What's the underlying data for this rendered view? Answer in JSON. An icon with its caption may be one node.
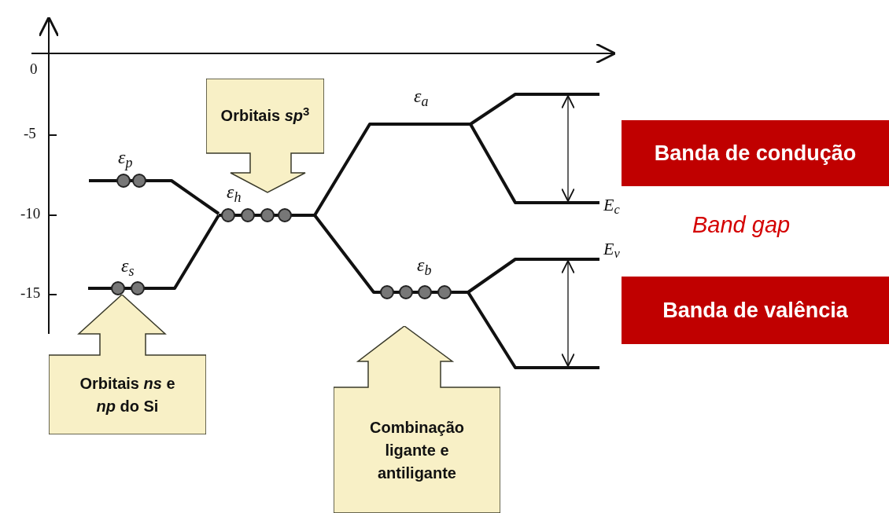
{
  "diagram": {
    "nodes": [
      {
        "text": [
          "Orbitais *sp*$^{3}$"
        ]
      },
      {
        "text": [
          "Orbitais *ns* e *np* do Si"
        ]
      },
      {
        "text": [
          "Combinação ligante e antiligante"
        ]
      },
      {
        "text": [
          "Banda de condução"
        ]
      },
      {
        "text": [
          "Banda de valência"
        ]
      }
    ],
    "labels": [
      "0",
      "-5",
      "-10",
      "-15",
      "ε$_{p}$",
      "ε$_{s}$",
      "ε$_{h}$",
      "ε$_{a}$",
      "ε$_{b}$",
      "E$_{c}$",
      "E$_{v}$",
      "Band gap"
    ]
  }
}
